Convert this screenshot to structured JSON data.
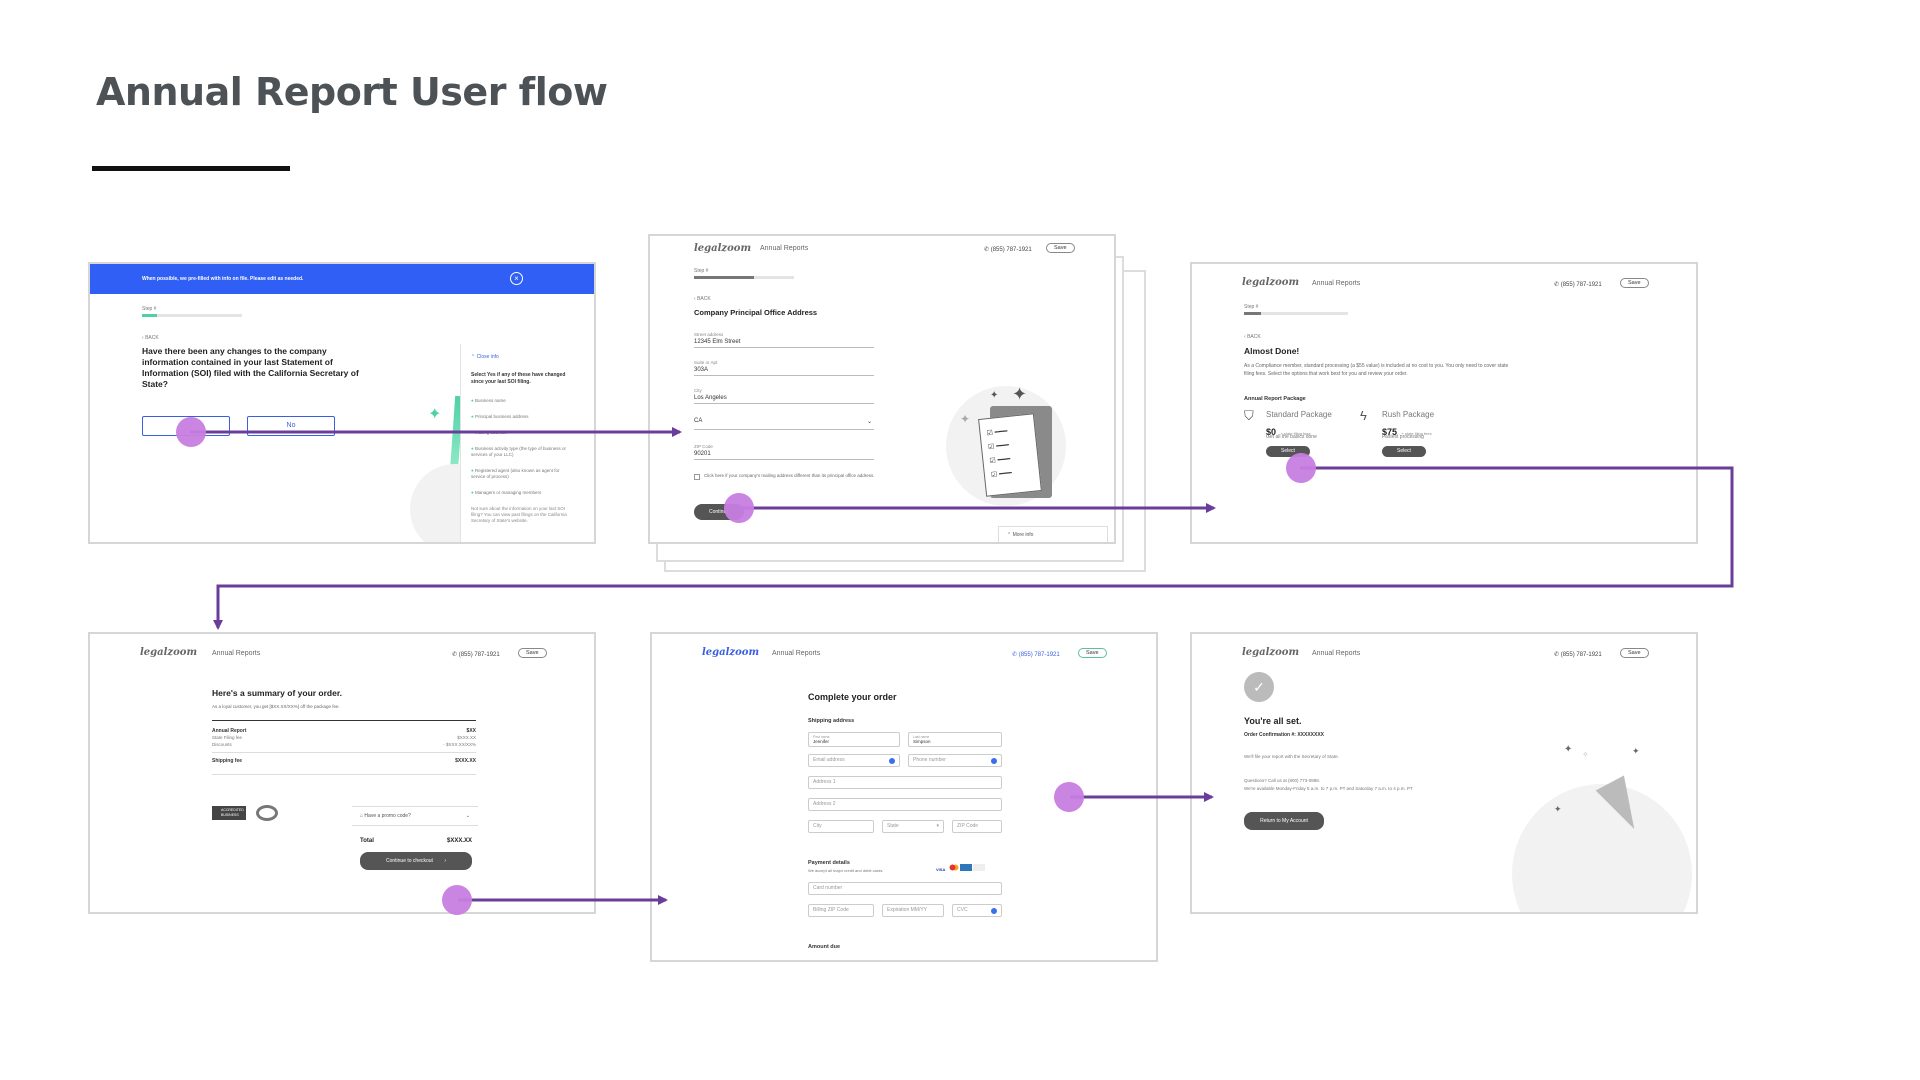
{
  "title": "Annual Report User flow",
  "common": {
    "logo": "legalzoom",
    "product": "Annual Reports",
    "phone": "(855) 787-1921",
    "save": "Save",
    "step": "Step #",
    "back": "BACK"
  },
  "screen1": {
    "banner": "When possible, we pre-filled with info on file. Please edit as needed.",
    "question": "Have there been any changes to the company information contained in your last Statement of Information (SOI) filed with the California Secretary of State?",
    "yes": "",
    "no": "No",
    "panel_toggle": "Close info",
    "panel_intro": "Select Yes if any of these have changed since your last SOI filing.",
    "panel_items": [
      "Business name",
      "Principal business address",
      "Mailing address",
      "Business activity type (the type of business or services of your LLC)",
      "Registered agent (also known as agent for service of process)",
      "Managers or managing members"
    ],
    "panel_note": "Not sure about the information on your last SOI filing? You can view past filings on the California Secretary of State's website."
  },
  "screen2": {
    "heading": "Company Principal Office Address",
    "fields": [
      {
        "label": "Street address",
        "value": "12345 Elm Street"
      },
      {
        "label": "Suite or Apt",
        "value": "303A"
      },
      {
        "label": "City",
        "value": "Los Angeles"
      },
      {
        "label": "",
        "value": "CA"
      },
      {
        "label": "ZIP Code",
        "value": "90201"
      }
    ],
    "checkbox": "Click here if your company's mailing address different than its principal office address.",
    "continue": "Continue",
    "more_info": "More info"
  },
  "screen3": {
    "heading": "Almost Done!",
    "body": "As a Compliance member, standard processing (a $55 value) is included at no cost to you. You only need to cover state filing fees. Select the options that work best for you and review your order.",
    "package_label": "Annual Report Package",
    "standard_name": "Standard Package",
    "standard_price": "$0",
    "standard_fee": "+ state filing fees",
    "standard_desc": "Get all the basics done",
    "rush_name": "Rush Package",
    "rush_price": "$75",
    "rush_fee": "+ state filing fees",
    "rush_desc": "Fastest processing",
    "select": "Select"
  },
  "screen4": {
    "heading": "Here's a summary of your order.",
    "sub": "As a loyal customer, you get [$XX.XX/XX%] off the package fee.",
    "rows": [
      {
        "label": "Annual Report",
        "value": "$XX"
      },
      {
        "label": "State Filing fee",
        "value": "$XXX.XX"
      },
      {
        "label": "Discounts",
        "value": "- $XXX.XX/XX%"
      },
      {
        "label": "Shipping fee",
        "value": "$XXX.XX"
      }
    ],
    "badge": "ACCREDITED BUSINESS",
    "promo": "Have a promo code?",
    "total_label": "Total",
    "total_value": "$XXX.XX",
    "checkout": "Continue to checkout"
  },
  "screen5": {
    "heading": "Complete your order",
    "shipping": "Shipping address",
    "first_label": "First name",
    "first_value": "Jennifer",
    "last_label": "Last name",
    "last_value": "Simpson",
    "email": "Email address",
    "phone": "Phone number",
    "address1": "Address 1",
    "address2": "Address 2",
    "city": "City",
    "state": "State",
    "zip": "ZIP Code",
    "payment": "Payment details",
    "payment_sub": "We accept all major credit and debit cards.",
    "card": "Card number",
    "billing_zip": "Billing ZIP Code",
    "expiration": "Expiration MM/YY",
    "cvc": "CVC",
    "amount": "Amount due"
  },
  "screen6": {
    "heading": "You're all set.",
    "confirmation": "Order Confirmation #: XXXXXXXX",
    "body1": "We'll file your report with the Secretary of State.",
    "body2": "Questions? Call us at (800) 773-0888.",
    "body3": "We're available Monday-Friday 5 a.m. to 7 p.m. PT and Saturday 7 a.m. to 4 p.m. PT",
    "button": "Return to My Account"
  },
  "colors": {
    "arrow": "#6a3d9a",
    "hotspot": "#c77de0",
    "banner": "#2f5ff5",
    "accent_green": "#4fd1a5"
  }
}
